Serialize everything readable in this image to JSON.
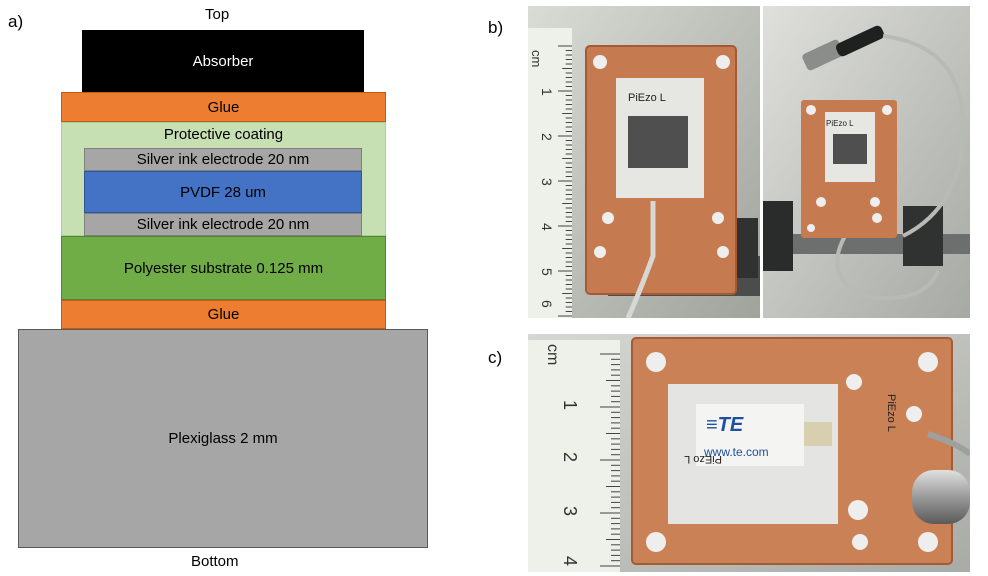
{
  "panels": {
    "a": {
      "label": "a)"
    },
    "b": {
      "label": "b)"
    },
    "c": {
      "label": "c)"
    }
  },
  "stack": {
    "top_label": "Top",
    "bottom_label": "Bottom",
    "layers": {
      "absorber": "Absorber",
      "glue_top": "Glue",
      "protective_coating": "Protective coating",
      "silver_top": "Silver ink electrode  20 nm",
      "pvdf": "PVDF 28 um",
      "silver_bottom": "Silver ink electrode  20 nm",
      "polyester": "Polyester substrate  0.125 mm",
      "glue_bottom": "Glue",
      "plexiglass": "Plexiglass 2 mm"
    }
  },
  "photos": {
    "ruler_unit": "cm",
    "ruler_b_numbers": [
      "1",
      "2",
      "3",
      "4",
      "5",
      "6"
    ],
    "ruler_c_numbers": [
      "1",
      "2",
      "3",
      "4"
    ],
    "sensor_b_left_handwriting": "PiEzo L",
    "sensor_b_right_handwriting": "PiEzo L",
    "sensor_c_handwriting_left": "PiEzo L",
    "sensor_c_handwriting_right": "PiEzo L",
    "te_logo": "≡TE",
    "te_url": "www.te.com"
  }
}
